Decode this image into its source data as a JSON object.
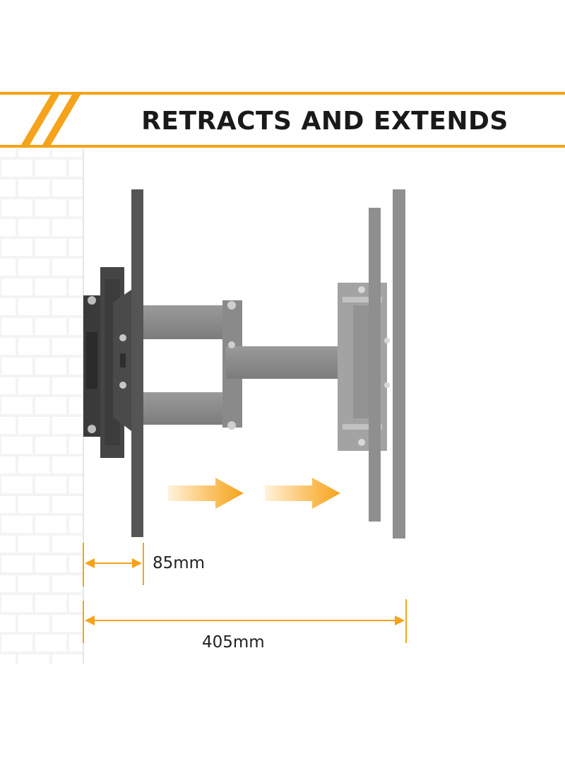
{
  "banner": {
    "title": "RETRACTS AND EXTENDS"
  },
  "dimensions": {
    "retracted": "85mm",
    "extended": "405mm"
  },
  "colors": {
    "accent": "#F5A31A",
    "arrow_light": "#FDD79A",
    "mount_dark": "#505050",
    "mount_light": "#8C8C8C",
    "brick_mortar": "#d9d9d9"
  },
  "icons": {
    "motion_arrow": "arrow-right-icon",
    "dimension_arrow": "double-headed-arrow-icon"
  }
}
